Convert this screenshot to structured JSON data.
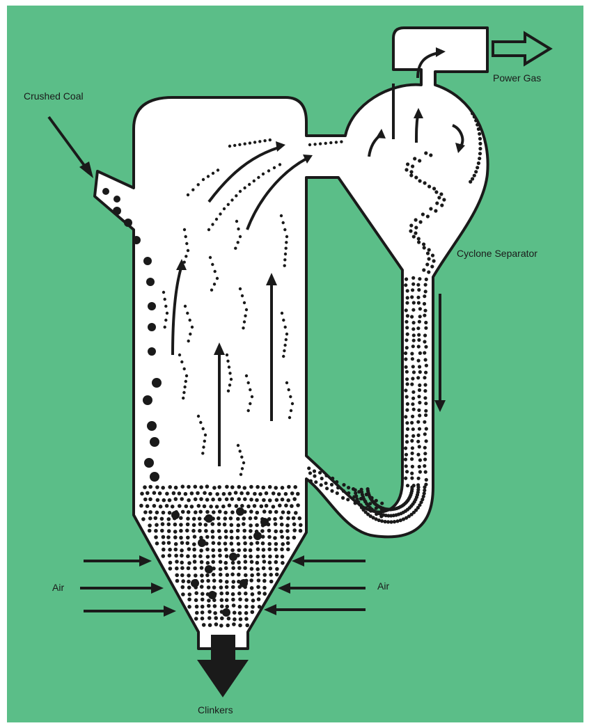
{
  "diagram": {
    "labels": {
      "crushed_coal": "Crushed Coal",
      "power_gas": "Power Gas",
      "cyclone_separator": "Cyclone Separator",
      "air_left": "Air",
      "air_right": "Air",
      "clinkers": "Clinkers"
    },
    "colors": {
      "background": "#5bbe88",
      "vessel": "#ffffff",
      "ink": "#1a1a1a"
    }
  }
}
